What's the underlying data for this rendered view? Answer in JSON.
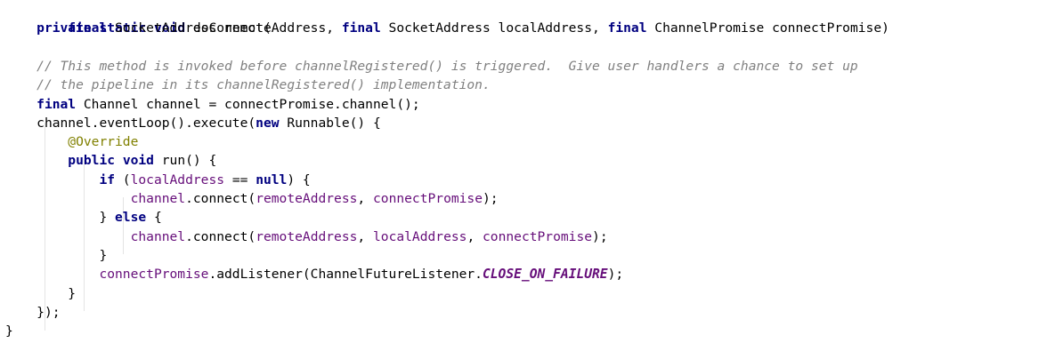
{
  "code": {
    "signature": {
      "kw_private": "private",
      "kw_static": "static",
      "kw_void": "void",
      "method": " doConnect("
    },
    "params": {
      "kw1": "final",
      "p1": " SocketAddress remoteAddress, ",
      "kw2": "final",
      "p2": " SocketAddress localAddress, ",
      "kw3": "final",
      "p3": " ChannelPromise connectPromise)"
    },
    "comment1": "// This method is invoked before channelRegistered() is triggered.  Give user handlers a chance to set up",
    "comment2": "// the pipeline in its channelRegistered() implementation.",
    "channel_decl": {
      "kw": "final",
      "rest": " Channel channel = connectPromise.channel();"
    },
    "execute": {
      "pre": "channel.eventLoop().execute(",
      "kw_new": "new",
      "post": " Runnable() {"
    },
    "annotation": "@Override",
    "run_sig": {
      "kw_public": "public",
      "kw_void": "void",
      "post": " run() {"
    },
    "if_line": {
      "kw_if": "if",
      "open": " (",
      "var": "localAddress",
      "op": " == ",
      "kw_null": "null",
      "close": ") {"
    },
    "connect1": {
      "chan": "channel",
      "mid": ".connect(",
      "a1": "remoteAddress",
      "sep": ", ",
      "a2": "connectPromise",
      "end": ");"
    },
    "else_line": {
      "pre": "} ",
      "kw_else": "else",
      "post": " {"
    },
    "connect2": {
      "chan": "channel",
      "mid": ".connect(",
      "a1": "remoteAddress",
      "sep1": ", ",
      "a2": "localAddress",
      "sep2": ", ",
      "a3": "connectPromise",
      "end": ");"
    },
    "close_if": "}",
    "listener": {
      "var": "connectPromise",
      "mid": ".addListener(ChannelFutureListener.",
      "const": "CLOSE_ON_FAILURE",
      "end": ");"
    },
    "close_run": "}",
    "close_exec": "});",
    "close_method": "}"
  },
  "colors": {
    "keyword": "#000080",
    "comment": "#808080",
    "annotation": "#808000",
    "field": "#660e7a",
    "text": "#000000",
    "background": "#ffffff"
  }
}
